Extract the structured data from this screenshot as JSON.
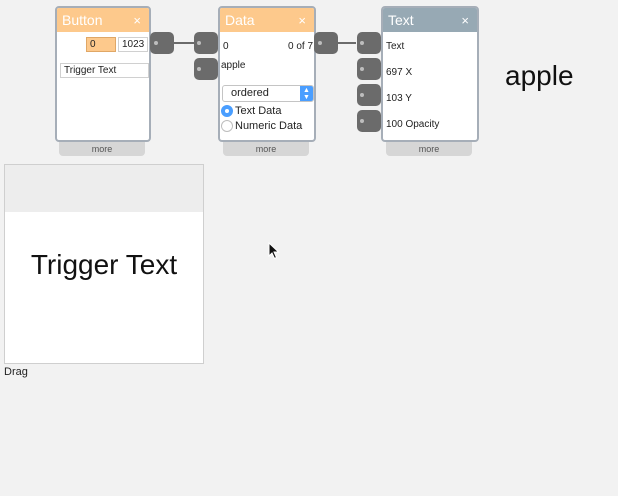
{
  "button_node": {
    "title": "Button",
    "close": "×",
    "value_left": "0",
    "value_right": "1023",
    "text_value": "Trigger Text",
    "more": "more"
  },
  "data_node": {
    "title": "Data",
    "close": "×",
    "index": "0",
    "count": "0 of 7",
    "current": "apple",
    "order_select": "ordered",
    "radio_text": "Text Data",
    "radio_numeric": "Numeric Data",
    "selected_mode": "Text Data",
    "more": "more"
  },
  "text_node": {
    "title": "Text",
    "close": "×",
    "text_label": "Text",
    "x_label": "697 X",
    "y_label": "103 Y",
    "opacity_label": "100 Opacity",
    "more": "more"
  },
  "output_text": "apple",
  "preview": {
    "trigger_text": "Trigger Text",
    "drag_label": "Drag"
  },
  "colors": {
    "orange_header": "#fdc98c",
    "gray_header": "#97a9b4",
    "port": "#6b6b6b",
    "accent": "#4a9eff"
  }
}
